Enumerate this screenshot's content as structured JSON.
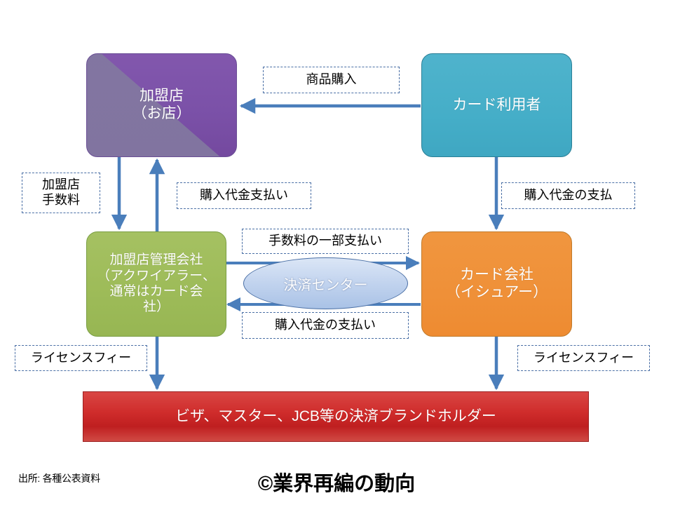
{
  "diagram": {
    "nodes": {
      "merchant": {
        "label": "加盟店\n（お店）",
        "color": "#8257ad"
      },
      "cardholder": {
        "label": "カード利用者",
        "color": "#45aec8"
      },
      "acquirer": {
        "label": "加盟店管理会社\n（アクワイアラー、\n通常はカード会\n社）",
        "color": "#9dbb58"
      },
      "issuer": {
        "label": "カード会社\n（イシュアー）",
        "color": "#ef9038"
      },
      "clearing_center": {
        "label": "決済センター",
        "color": "#c4d5ef"
      },
      "brand_holder": {
        "label": "ビザ、マスター、JCB等の決済ブランドホルダー",
        "color": "#cf2c2b"
      }
    },
    "annotations": {
      "purchase": "商品購入",
      "merchant_fee": "加盟店\n手数料",
      "payment_to_merchant": "購入代金支払い",
      "purchase_payment": "購入代金の支払",
      "fee_share": "手数料の一部支払い",
      "purchase_payment_2": "購入代金の支払い",
      "license_fee_left": "ライセンスフィー",
      "license_fee_right": "ライセンスフィー"
    },
    "arrow_color": "#4a7ebb",
    "footer": {
      "source": "出所: 各種公表資料",
      "copyright": "©業界再編の動向"
    }
  }
}
